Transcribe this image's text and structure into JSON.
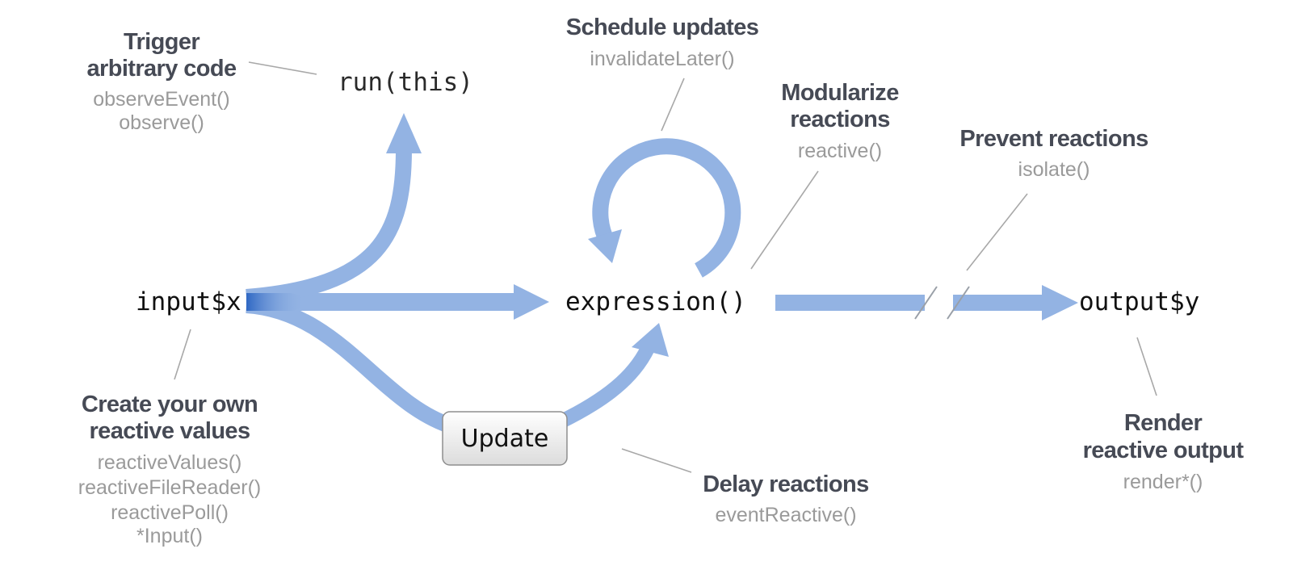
{
  "nodes": {
    "input": "input$x",
    "expression": "expression()",
    "output": "output$y",
    "run": "run(this)"
  },
  "update_button": {
    "label": "Update"
  },
  "annotations": {
    "trigger": {
      "heading": [
        "Trigger",
        "arbitrary code"
      ],
      "functions": [
        "observeEvent()",
        "observe()"
      ]
    },
    "schedule": {
      "heading": [
        "Schedule updates"
      ],
      "functions": [
        "invalidateLater()"
      ]
    },
    "modularize": {
      "heading": [
        "Modularize",
        "reactions"
      ],
      "functions": [
        "reactive()"
      ]
    },
    "prevent": {
      "heading": [
        "Prevent reactions"
      ],
      "functions": [
        "isolate()"
      ]
    },
    "create": {
      "heading": [
        "Create your own",
        "reactive values"
      ],
      "functions": [
        "reactiveValues()",
        "reactiveFileReader()",
        "reactivePoll()",
        "*Input()"
      ]
    },
    "delay": {
      "heading": [
        "Delay reactions"
      ],
      "functions": [
        "eventReactive()"
      ]
    },
    "render": {
      "heading": [
        "Render",
        "reactive output"
      ],
      "functions": [
        "render*()"
      ]
    }
  },
  "colors": {
    "flow": "#93b3e3",
    "flow_source": "#3a72c8",
    "heading": "#464a55",
    "function_text": "#9a9a9a"
  }
}
